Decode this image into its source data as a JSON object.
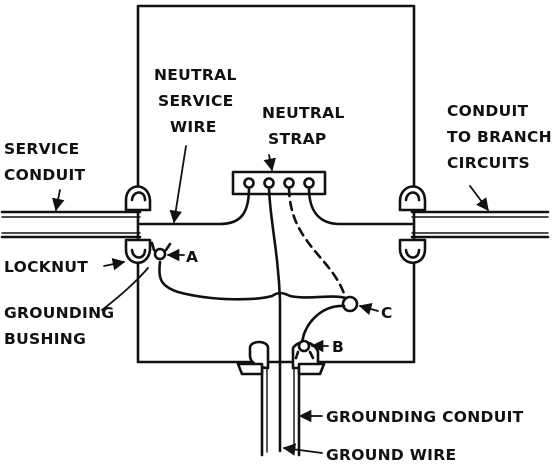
{
  "colors": {
    "ink": "#111111",
    "background": "#ffffff"
  },
  "labels": {
    "neutral_service_wire": [
      "NEUTRAL",
      "SERVICE",
      "WIRE"
    ],
    "neutral_strap": [
      "NEUTRAL",
      "STRAP"
    ],
    "service_conduit": [
      "SERVICE",
      "CONDUIT"
    ],
    "conduit_to_branch": [
      "CONDUIT",
      "TO BRANCH",
      "CIRCUITS"
    ],
    "locknut": "LOCKNUT",
    "grounding_bushing": [
      "GROUNDING",
      "BUSHING"
    ],
    "point_a": "A",
    "point_b": "B",
    "point_c": "C",
    "grounding_conduit": "GROUNDING CONDUIT",
    "ground_wire": "GROUND WIRE"
  }
}
